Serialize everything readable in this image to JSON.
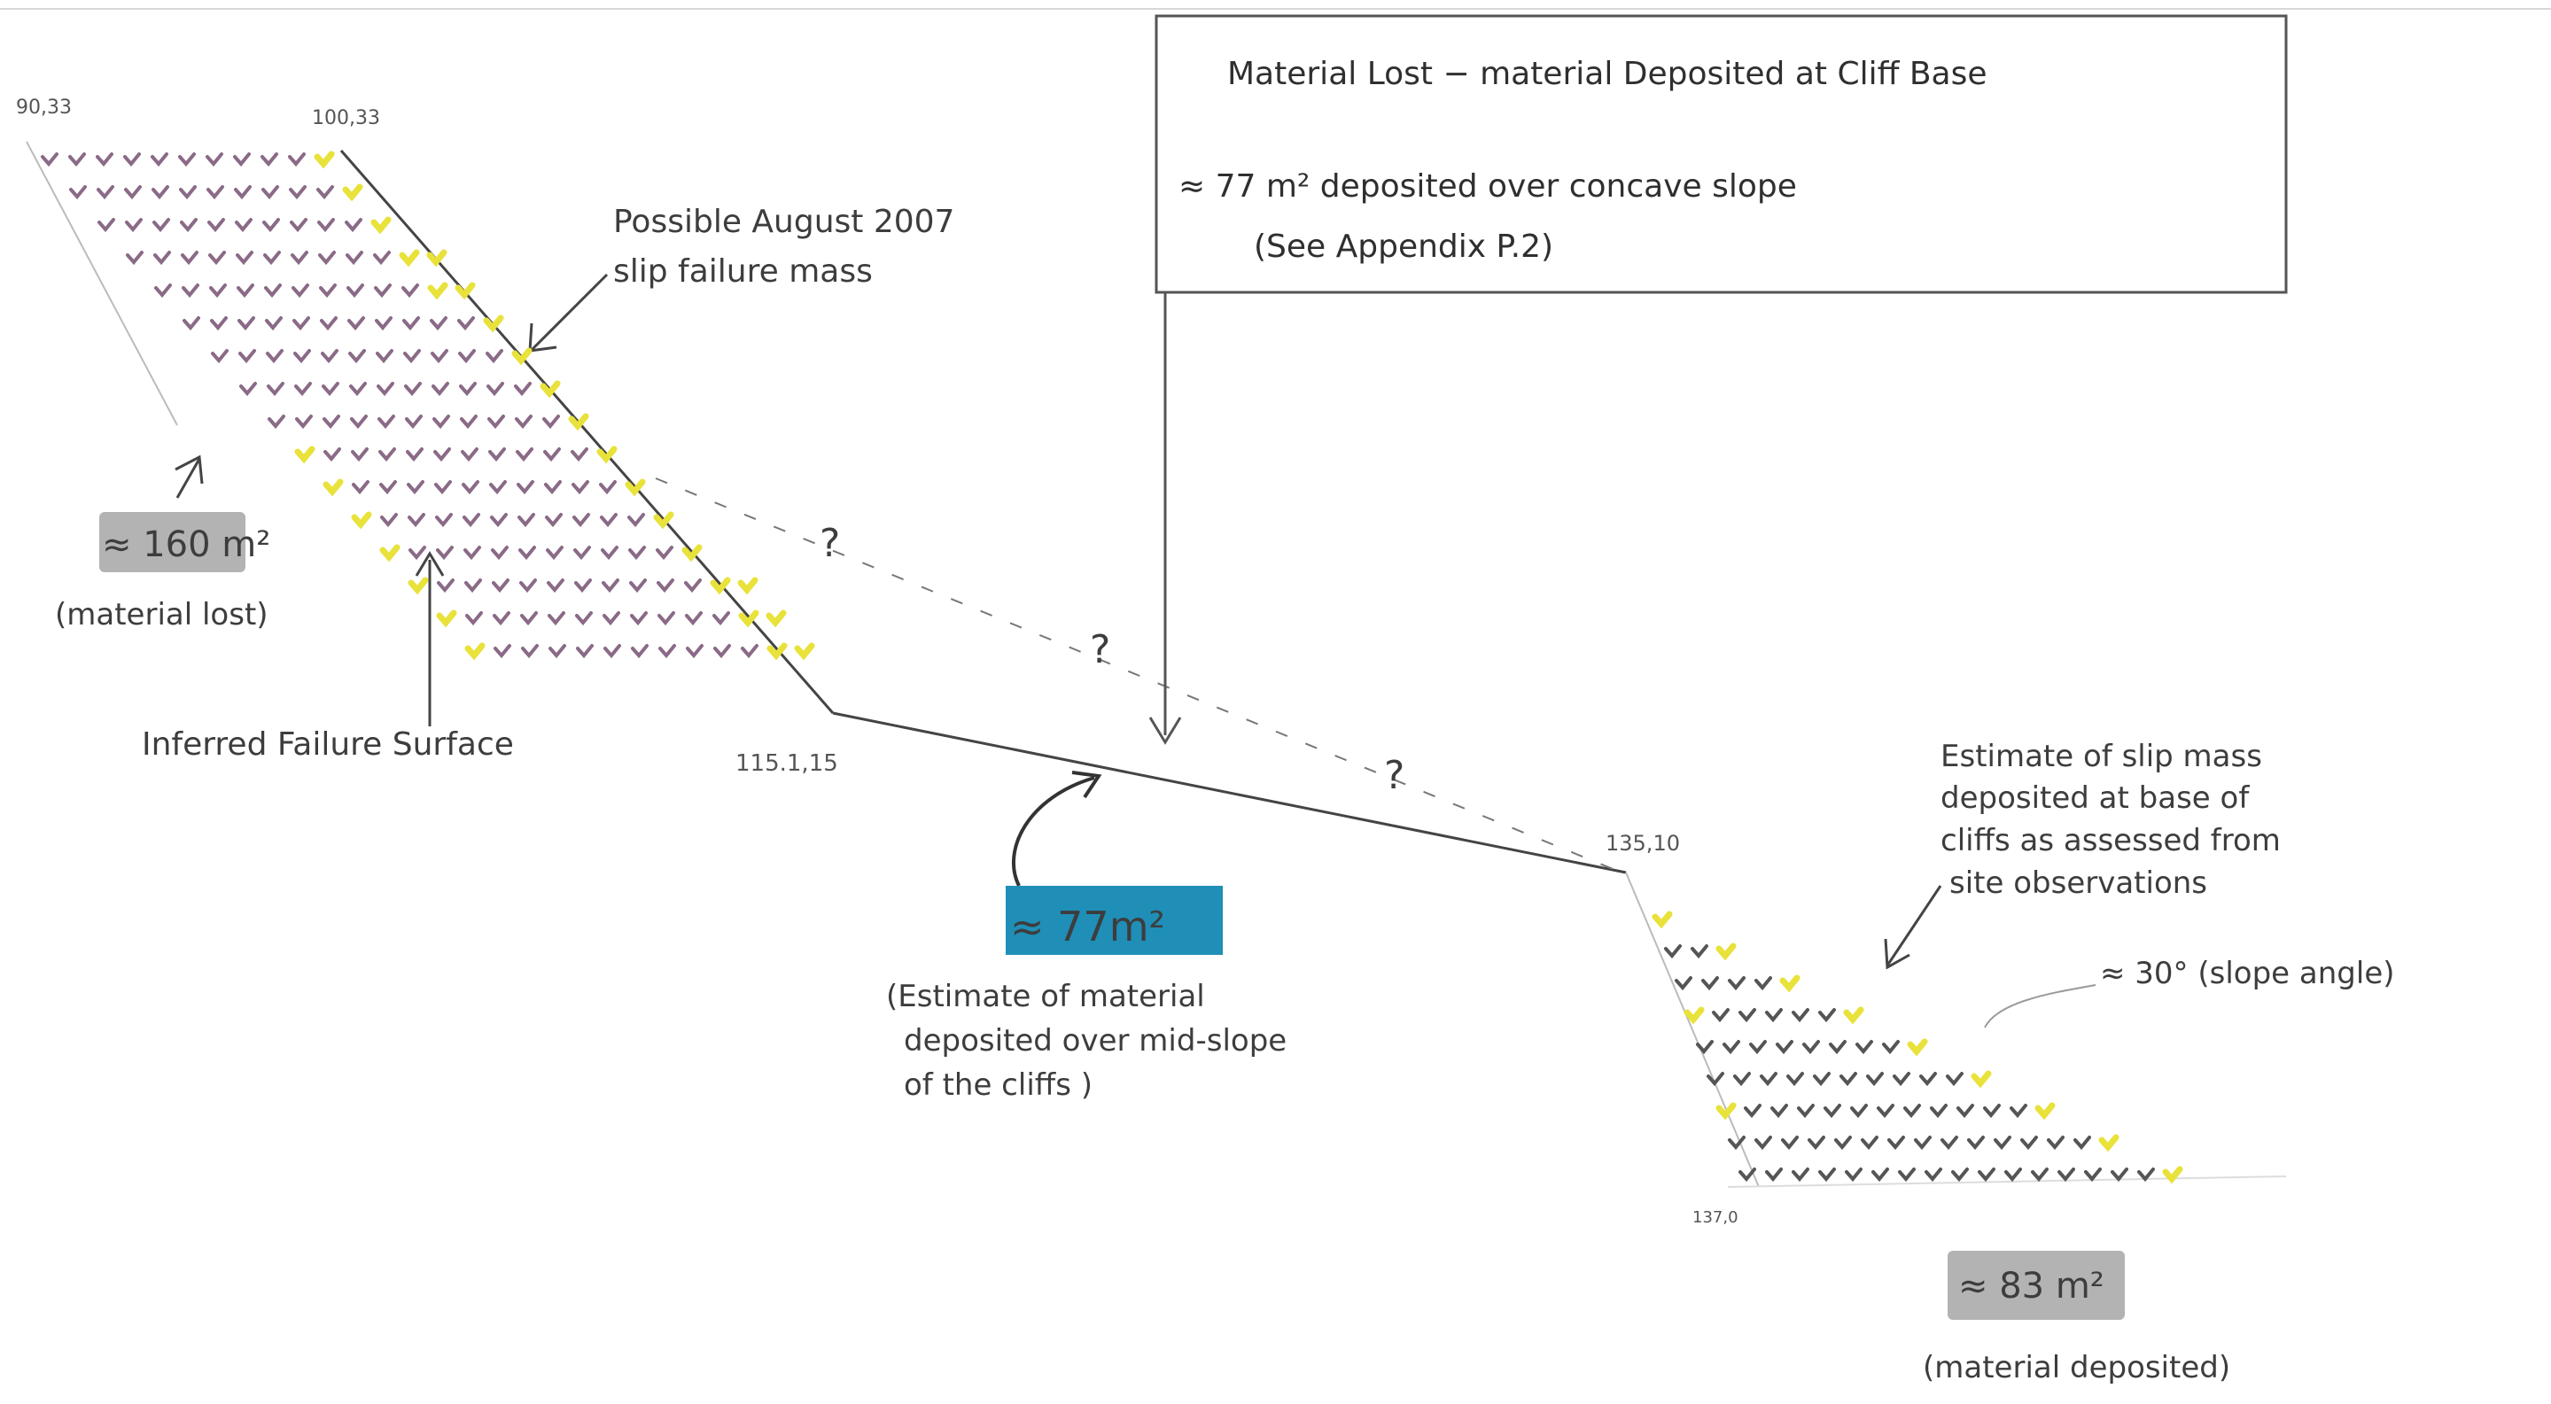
{
  "summary_box": {
    "line1": "Material Lost − material Deposited at Cliff Base",
    "line2": "≈ 77 m²  deposited over concave slope",
    "line3": "(See Appendix P.2)"
  },
  "annotations": {
    "slip_mass": [
      "Possible August 2007",
      "slip failure mass"
    ],
    "material_lost_value": "≈ 160 m²",
    "material_lost_caption": "(material lost)",
    "failure_surface": "Inferred Failure Surface",
    "mid_slope_value": "≈ 77m²",
    "mid_slope_caption": [
      "(Estimate of material",
      "deposited over mid-slope",
      "of the cliffs )"
    ],
    "base_estimate": [
      "Estimate of slip mass",
      "deposited at base of",
      "cliffs as assessed from",
      "site observations"
    ],
    "slope_angle": "≈ 30° (slope angle)",
    "base_value": "≈ 83 m²",
    "base_caption": "(material deposited)",
    "question_mark": "?"
  },
  "coordinates": {
    "top_left": "90,33",
    "top_crest": "100,33",
    "mid_slope": "115.1,15",
    "base_top": "135,10",
    "base_bottom": "137,0"
  },
  "colors": {
    "ink": "#3d3d3d",
    "marker_yellow": "#e8e23a",
    "marker_purple": "#8a6a86",
    "highlight_blue": "#1f8fb8",
    "highlight_grey": "#9a9a9a"
  }
}
